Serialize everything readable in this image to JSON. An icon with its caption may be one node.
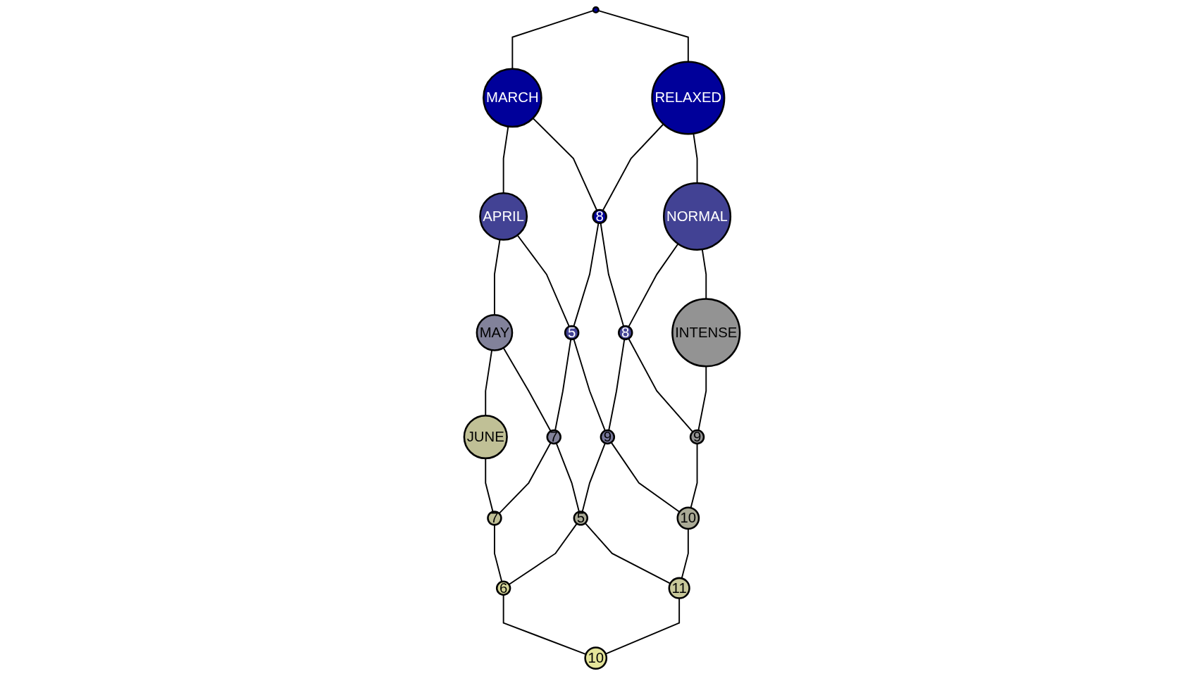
{
  "diagram": {
    "nodes": [
      {
        "text": [],
        "shape": "circle"
      },
      {
        "text": [
          "MARCH"
        ]
      },
      {
        "text": [
          "RELAXED"
        ]
      },
      {
        "text": [
          "APRIL"
        ]
      },
      {
        "text": [
          "8"
        ]
      },
      {
        "text": [
          "NORMAL"
        ]
      },
      {
        "text": [
          "MAY"
        ]
      },
      {
        "text": [
          "5"
        ]
      },
      {
        "text": [
          "8"
        ]
      },
      {
        "text": [
          "INTENSE"
        ]
      },
      {
        "text": [
          "JUNE"
        ]
      },
      {
        "text": [
          "7"
        ]
      },
      {
        "text": [
          "9"
        ]
      },
      {
        "text": [
          "9"
        ]
      },
      {
        "text": [
          "7"
        ]
      },
      {
        "text": [
          "5"
        ]
      },
      {
        "text": [
          "10"
        ]
      },
      {
        "text": [
          "6"
        ]
      },
      {
        "text": [
          "11"
        ]
      },
      {
        "text": [
          "10"
        ]
      }
    ],
    "edges": [
      {
        "from": 0,
        "to": 1,
        "arrow": "none"
      },
      {
        "from": 0,
        "to": 2,
        "arrow": "none"
      },
      {
        "from": 1,
        "to": 3,
        "arrow": "none"
      },
      {
        "from": 1,
        "to": 4,
        "arrow": "none"
      },
      {
        "from": 2,
        "to": 4,
        "arrow": "none"
      },
      {
        "from": 2,
        "to": 5,
        "arrow": "none"
      },
      {
        "from": 3,
        "to": 6,
        "arrow": "none"
      },
      {
        "from": 3,
        "to": 7,
        "arrow": "none"
      },
      {
        "from": 4,
        "to": 7,
        "arrow": "none"
      },
      {
        "from": 4,
        "to": 8,
        "arrow": "none"
      },
      {
        "from": 5,
        "to": 8,
        "arrow": "none"
      },
      {
        "from": 5,
        "to": 9,
        "arrow": "none"
      },
      {
        "from": 6,
        "to": 10,
        "arrow": "none"
      },
      {
        "from": 6,
        "to": 11,
        "arrow": "none"
      },
      {
        "from": 7,
        "to": 11,
        "arrow": "none"
      },
      {
        "from": 7,
        "to": 12,
        "arrow": "none"
      },
      {
        "from": 8,
        "to": 12,
        "arrow": "none"
      },
      {
        "from": 8,
        "to": 13,
        "arrow": "none"
      },
      {
        "from": 9,
        "to": 13,
        "arrow": "none"
      },
      {
        "from": 10,
        "to": 14,
        "arrow": "none"
      },
      {
        "from": 11,
        "to": 14,
        "arrow": "none"
      },
      {
        "from": 11,
        "to": 15,
        "arrow": "none"
      },
      {
        "from": 12,
        "to": 15,
        "arrow": "none"
      },
      {
        "from": 12,
        "to": 16,
        "arrow": "none"
      },
      {
        "from": 13,
        "to": 16,
        "arrow": "none"
      },
      {
        "from": 14,
        "to": 17,
        "arrow": "none"
      },
      {
        "from": 15,
        "to": 17,
        "arrow": "none"
      },
      {
        "from": 15,
        "to": 18,
        "arrow": "none"
      },
      {
        "from": 16,
        "to": 18,
        "arrow": "none"
      },
      {
        "from": 17,
        "to": 19,
        "arrow": "none"
      },
      {
        "from": 18,
        "to": 19,
        "arrow": "none"
      }
    ]
  }
}
